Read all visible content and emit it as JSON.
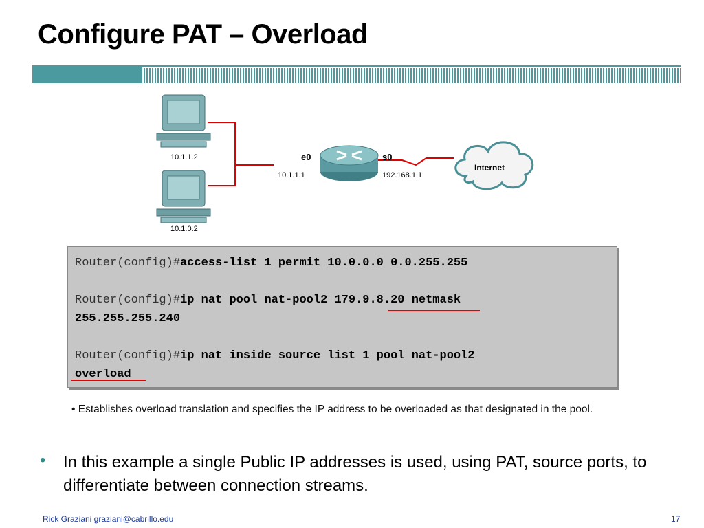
{
  "slide": {
    "title": "Configure PAT – Overload",
    "page_number": "17"
  },
  "diagram": {
    "pc1_address": "10.1.1.2",
    "pc2_address": "10.1.0.2",
    "router_e0_label": "e0",
    "router_e0_address": "10.1.1.1",
    "router_s0_label": "s0",
    "router_s0_address": "192.168.1.1",
    "cloud_label": "Internet"
  },
  "code": {
    "line1_prompt": "Router(config)#",
    "line1_cmd": "access-list 1 permit 10.0.0.0 0.0.255.255",
    "line2_prompt": "Router(config)#",
    "line2_cmd_a": "ip nat pool nat-pool2 ",
    "line2_cmd_b": "179.9.8.20",
    "line2_cmd_c": " netmask",
    "line3_cmd": "255.255.255.240",
    "line4_prompt": "Router(config)#",
    "line4_cmd": "ip nat inside source list 1 pool nat-pool2",
    "line5_cmd": "overload"
  },
  "caption": "• Establishes overload translation and specifies the IP address to be overloaded as that designated in the pool.",
  "bullet": {
    "symbol": "•",
    "text": "In this example a single Public IP addresses is used, using PAT, source ports, to differentiate between connection streams."
  },
  "footer": {
    "author": "Rick Graziani  graziani@cabrillo.edu"
  },
  "colors": {
    "accent_teal": "#4a9aa0",
    "highlight_red": "#e30000",
    "bullet_teal": "#2e8b8a",
    "footer_blue": "#1f3fa0"
  }
}
